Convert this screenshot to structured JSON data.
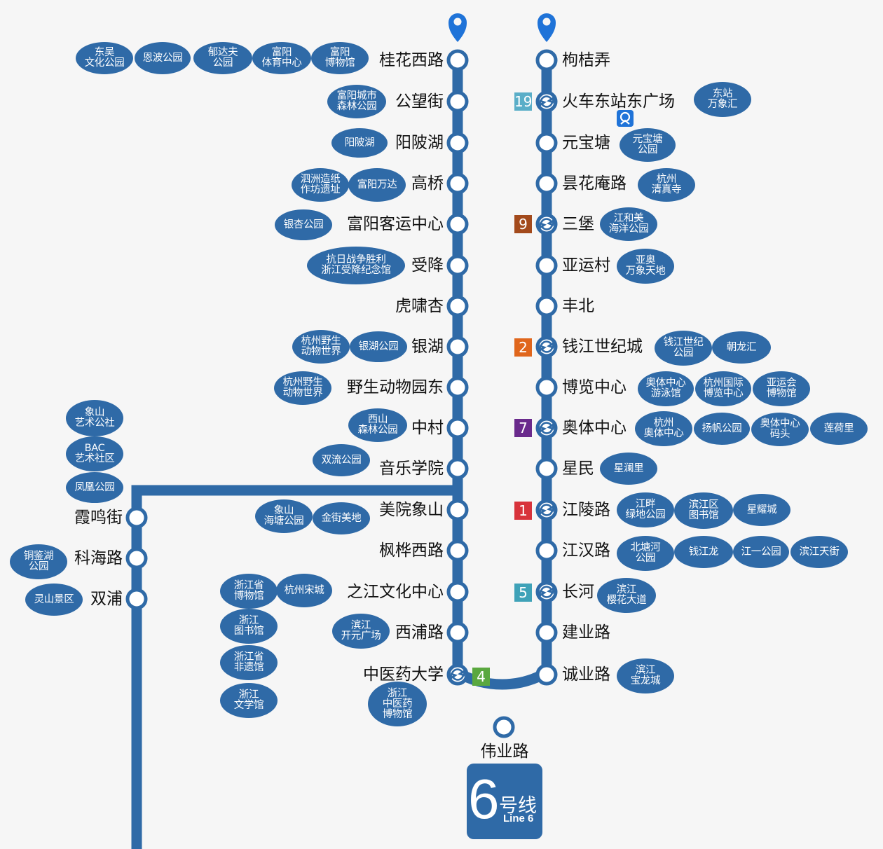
{
  "colors": {
    "line": "#2f6aa7",
    "station_fill": "#ffffff",
    "background": "#f6f6f6"
  },
  "left_branch": {
    "stations": [
      {
        "name": "桂花西路"
      },
      {
        "name": "公望街"
      },
      {
        "name": "阳陂湖"
      },
      {
        "name": "高桥"
      },
      {
        "name": "富阳客运中心"
      },
      {
        "name": "受降"
      },
      {
        "name": "虎啸杏"
      },
      {
        "name": "银湖"
      },
      {
        "name": "野生动物园东"
      },
      {
        "name": "中村"
      },
      {
        "name": "音乐学院"
      },
      {
        "name": "美院象山"
      },
      {
        "name": "枫桦西路"
      },
      {
        "name": "之江文化中心"
      },
      {
        "name": "西浦路"
      },
      {
        "name": "中医药大学",
        "transfer": true
      }
    ]
  },
  "right_branch": {
    "stations": [
      {
        "name": "枸桔弄"
      },
      {
        "name": "火车东站东广场",
        "transfer": true
      },
      {
        "name": "元宝塘"
      },
      {
        "name": "昙花庵路"
      },
      {
        "name": "三堡",
        "transfer": true
      },
      {
        "name": "亚运村"
      },
      {
        "name": "丰北"
      },
      {
        "name": "钱江世纪城",
        "transfer": true
      },
      {
        "name": "博览中心"
      },
      {
        "name": "奥体中心",
        "transfer": true
      },
      {
        "name": "星民"
      },
      {
        "name": "江陵路",
        "transfer": true
      },
      {
        "name": "江汉路"
      },
      {
        "name": "长河",
        "transfer": true
      },
      {
        "name": "建业路"
      },
      {
        "name": "诚业路"
      }
    ]
  },
  "terminal": {
    "name": "伟业路"
  },
  "spur": {
    "stations": [
      {
        "name": "霞鸣街"
      },
      {
        "name": "科海路"
      },
      {
        "name": "双浦"
      }
    ]
  },
  "transfers": [
    {
      "line": "19",
      "color": "#5aaec8",
      "at": "火车东站东广场"
    },
    {
      "line": "9",
      "color": "#a34a1c",
      "at": "三堡"
    },
    {
      "line": "2",
      "color": "#e0661c",
      "at": "钱江世纪城"
    },
    {
      "line": "7",
      "color": "#6a2a8c",
      "at": "奥体中心"
    },
    {
      "line": "1",
      "color": "#d8333b",
      "at": "江陵路"
    },
    {
      "line": "5",
      "color": "#3fa2b8",
      "at": "长河"
    },
    {
      "line": "4",
      "color": "#5aa83f",
      "at": "中医药大学"
    }
  ],
  "icons": {
    "pin": "location-pin-icon",
    "transfer": "transfer-arrows-icon",
    "railway": "railway-station-icon"
  },
  "pois": [
    {
      "text": "东吴\n文化公园"
    },
    {
      "text": "恩波公园"
    },
    {
      "text": "郁达夫\n公园"
    },
    {
      "text": "富阳\n体育中心"
    },
    {
      "text": "富阳\n博物馆"
    },
    {
      "text": "富阳城市\n森林公园"
    },
    {
      "text": "阳陂湖"
    },
    {
      "text": "泗洲造纸\n作坊遗址"
    },
    {
      "text": "富阳万达"
    },
    {
      "text": "银杏公园"
    },
    {
      "text": "抗日战争胜利\n浙江受降纪念馆"
    },
    {
      "text": "杭州野生\n动物世界"
    },
    {
      "text": "银湖公园"
    },
    {
      "text": "杭州野生\n动物世界"
    },
    {
      "text": "西山\n森林公园"
    },
    {
      "text": "双流公园"
    },
    {
      "text": "象山\n海塘公园"
    },
    {
      "text": "金街美地"
    },
    {
      "text": "浙江省\n博物馆"
    },
    {
      "text": "杭州宋城"
    },
    {
      "text": "滨江\n开元广场"
    },
    {
      "text": "浙江\n图书馆"
    },
    {
      "text": "浙江省\n非遗馆"
    },
    {
      "text": "浙江\n文学馆"
    },
    {
      "text": "浙江\n中医药\n博物馆"
    },
    {
      "text": "东站\n万象汇"
    },
    {
      "text": "元宝塘\n公园"
    },
    {
      "text": "杭州\n清真寺"
    },
    {
      "text": "江和美\n海洋公园"
    },
    {
      "text": "亚奥\n万象天地"
    },
    {
      "text": "钱江世纪\n公园"
    },
    {
      "text": "朝龙汇"
    },
    {
      "text": "奥体中心\n游泳馆"
    },
    {
      "text": "杭州国际\n博览中心"
    },
    {
      "text": "亚运会\n博物馆"
    },
    {
      "text": "杭州\n奥体中心"
    },
    {
      "text": "扬帆公园"
    },
    {
      "text": "奥体中心\n码头"
    },
    {
      "text": "莲荷里"
    },
    {
      "text": "星澜里"
    },
    {
      "text": "江畔\n绿地公园"
    },
    {
      "text": "滨江区\n图书馆"
    },
    {
      "text": "星耀城"
    },
    {
      "text": "北塘河\n公园"
    },
    {
      "text": "钱江龙"
    },
    {
      "text": "江一公园"
    },
    {
      "text": "滨江天街"
    },
    {
      "text": "滨江\n樱花大道"
    },
    {
      "text": "滨江\n宝龙城"
    },
    {
      "text": "象山\n艺术公社"
    },
    {
      "text": "BAC\n艺术社区"
    },
    {
      "text": "凤凰公园"
    },
    {
      "text": "铜鉴湖\n公园"
    },
    {
      "text": "灵山景区"
    }
  ],
  "legend": {
    "number": "6",
    "cn": "号线",
    "en": "Line 6"
  }
}
